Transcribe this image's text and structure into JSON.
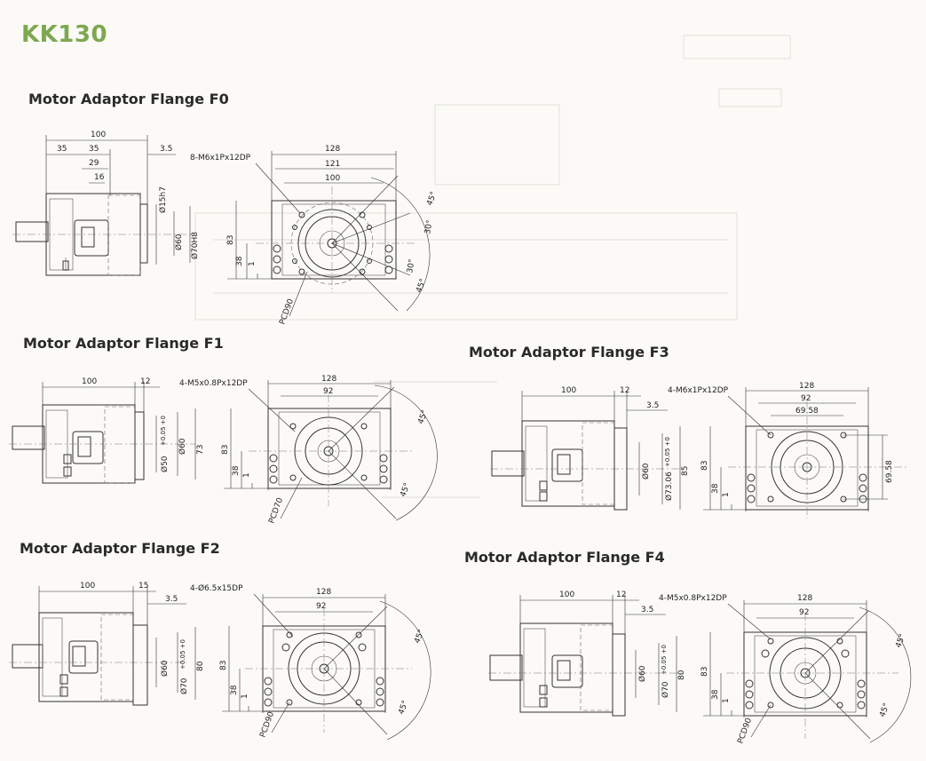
{
  "page": {
    "model_title": "KK130"
  },
  "flanges": [
    {
      "id": "F0",
      "title": "Motor Adaptor Flange F0",
      "side": {
        "overall": "100",
        "a": "35",
        "b": "35",
        "c": "29",
        "d": "16",
        "e": "3.5",
        "dia1": "Ø15h7",
        "dia2": "Ø60",
        "dia3": "Ø70H8"
      },
      "front": {
        "hole_spec": "8-M6x1Px12DP",
        "w1": "128",
        "w2": "121",
        "w3": "100",
        "h1": "83",
        "h2": "38",
        "h3": "1",
        "pcd": "PCD90",
        "ang1": "45°",
        "ang2": "30°",
        "ang3": "30°",
        "ang4": "45°"
      }
    },
    {
      "id": "F1",
      "title": "Motor Adaptor Flange F1",
      "side": {
        "overall": "100",
        "a": "12",
        "dia1": "Ø50 +0.05 +0",
        "dia1_main": "Ø50",
        "dia1_tol": "+0.05\n+0",
        "dia2": "Ø60",
        "dia3": "73"
      },
      "front": {
        "hole_spec": "4-M5x0.8Px12DP",
        "w1": "128",
        "w2": "92",
        "h1": "83",
        "h2": "38",
        "h3": "1",
        "pcd": "PCD70",
        "ang1": "45°",
        "ang2": "45°"
      }
    },
    {
      "id": "F2",
      "title": "Motor Adaptor Flange F2",
      "side": {
        "overall": "100",
        "a": "15",
        "e": "3.5",
        "dia1": "Ø60",
        "dia2_main": "Ø70",
        "dia2_tol": "+0.05 +0",
        "dia3": "80"
      },
      "front": {
        "hole_spec": "4-Ø6.5x15DP",
        "w1": "128",
        "w2": "92",
        "h1": "83",
        "h2": "38",
        "h3": "1",
        "pcd": "PCD90",
        "ang1": "45°",
        "ang2": "45°"
      }
    },
    {
      "id": "F3",
      "title": "Motor Adaptor Flange F3",
      "side": {
        "overall": "100",
        "a": "12",
        "e": "3.5",
        "dia1": "Ø60",
        "dia2_main": "Ø73.06",
        "dia2_tol": "+0.05 +0",
        "dia3": "85"
      },
      "front": {
        "hole_spec": "4-M6x1Px12DP",
        "w1": "128",
        "w2": "92",
        "w3": "69.58",
        "h1": "83",
        "h2": "38",
        "h3": "1",
        "v1": "69.58"
      }
    },
    {
      "id": "F4",
      "title": "Motor Adaptor Flange F4",
      "side": {
        "overall": "100",
        "a": "12",
        "e": "3.5",
        "dia1": "Ø60",
        "dia2_main": "Ø70",
        "dia2_tol": "+0.05 +0",
        "dia3": "80"
      },
      "front": {
        "hole_spec": "4-M5x0.8Px12DP",
        "w1": "128",
        "w2": "92",
        "h1": "83",
        "h2": "38",
        "h3": "1",
        "pcd": "PCD90",
        "ang1": "45°",
        "ang2": "45°"
      }
    }
  ],
  "colors": {
    "title_green": "#7da851",
    "line": "#333333",
    "paper": "#fbfaf6"
  }
}
